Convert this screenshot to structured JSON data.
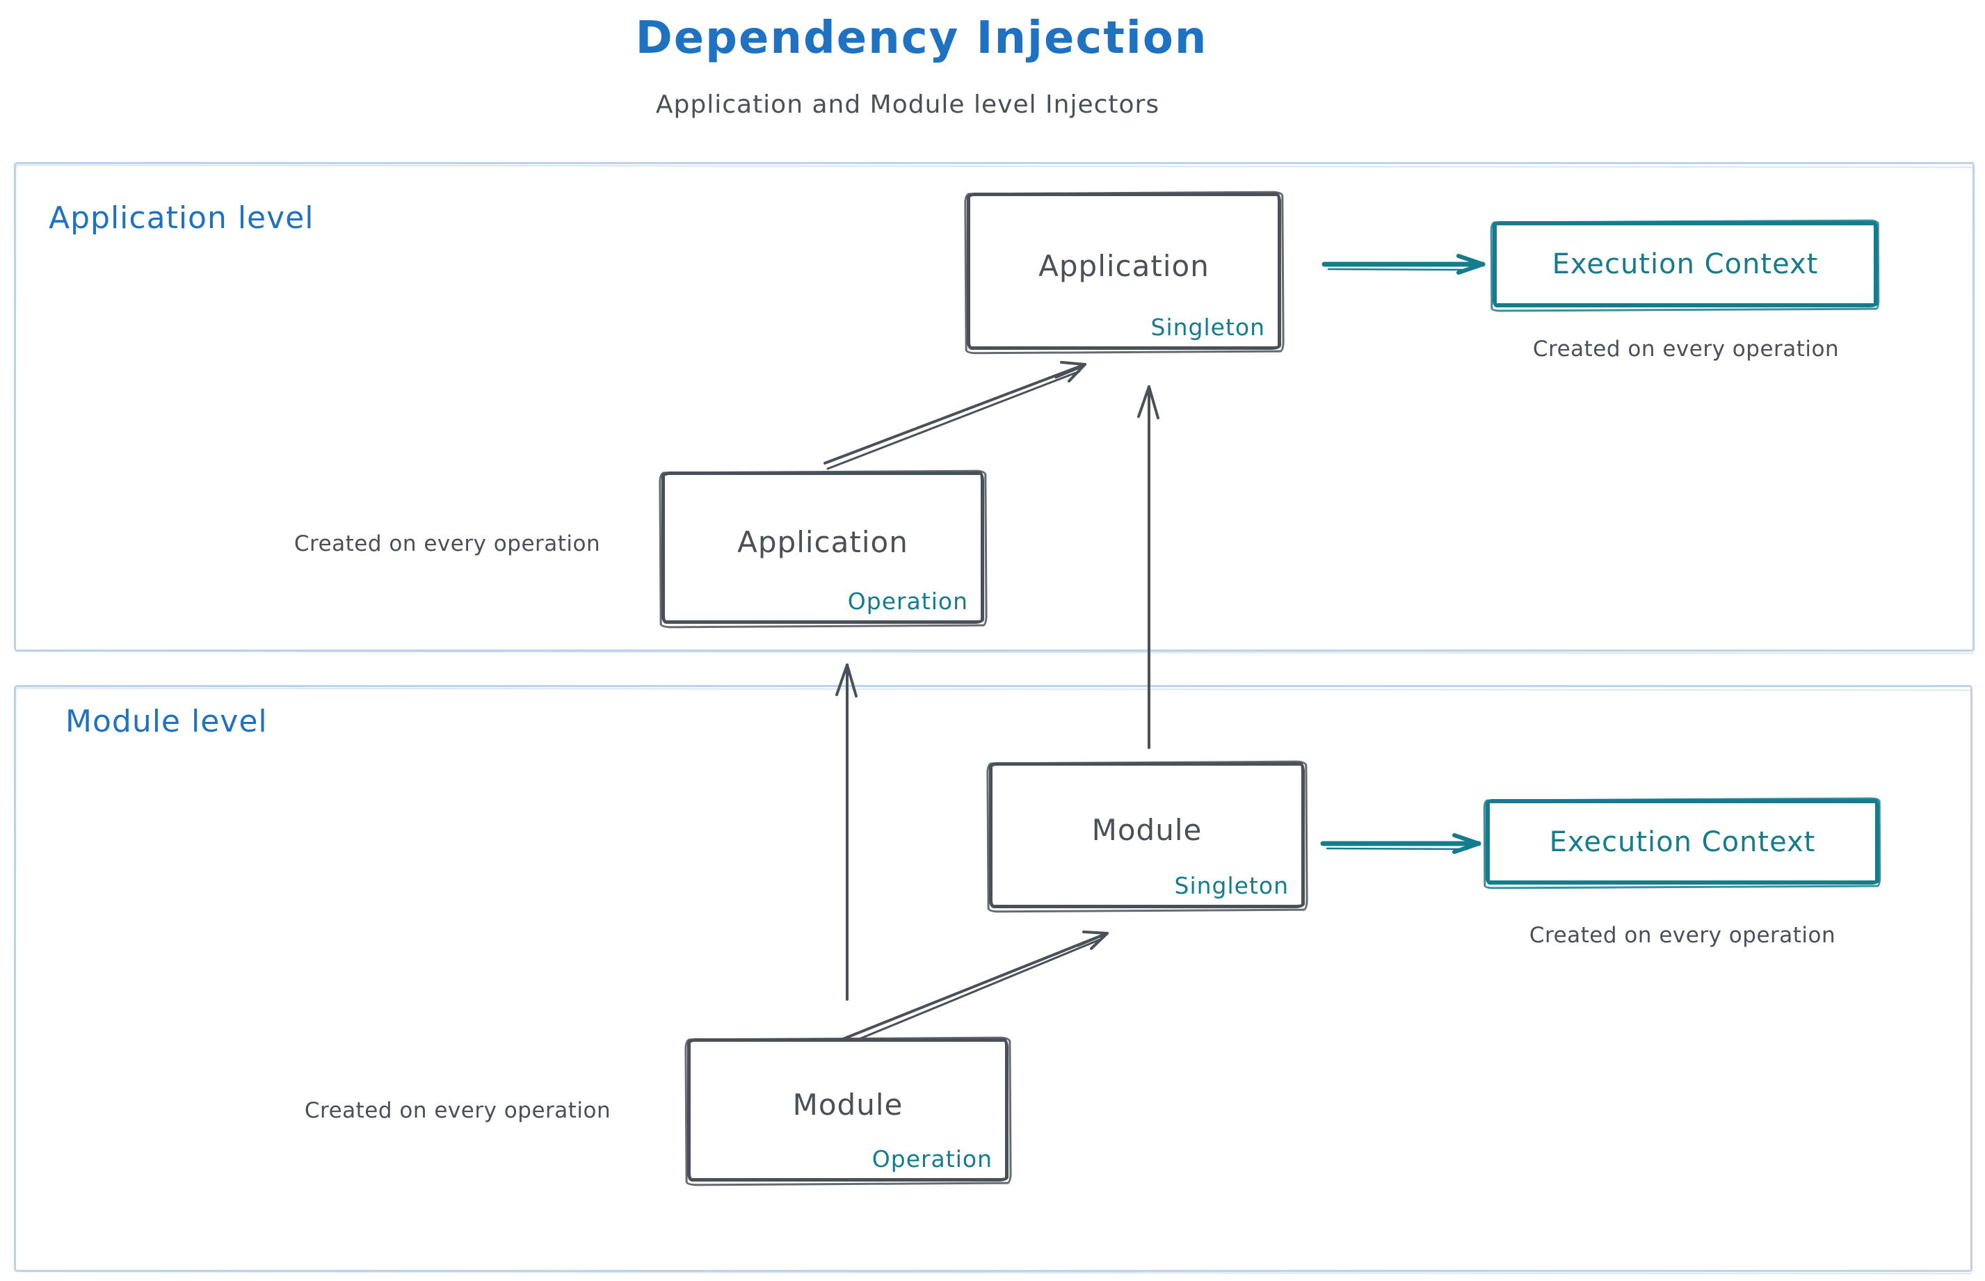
{
  "title": "Dependency Injection",
  "subtitle": "Application and Module level Injectors",
  "colors": {
    "blue": "#1f72c2",
    "teal": "#147c8c",
    "ink": "#495057",
    "container_border": "#bcd3ea"
  },
  "application_level": {
    "label": "Application level",
    "singleton_box": {
      "title": "Application",
      "tag": "Singleton"
    },
    "operation_box": {
      "title": "Application",
      "tag": "Operation"
    },
    "operation_caption": "Created on every operation",
    "execution_context": {
      "label": "Execution Context",
      "caption": "Created on every operation"
    }
  },
  "module_level": {
    "label": "Module level",
    "singleton_box": {
      "title": "Module",
      "tag": "Singleton"
    },
    "operation_box": {
      "title": "Module",
      "tag": "Operation"
    },
    "operation_caption": "Created on every operation",
    "execution_context": {
      "label": "Execution Context",
      "caption": "Created on every operation"
    }
  }
}
